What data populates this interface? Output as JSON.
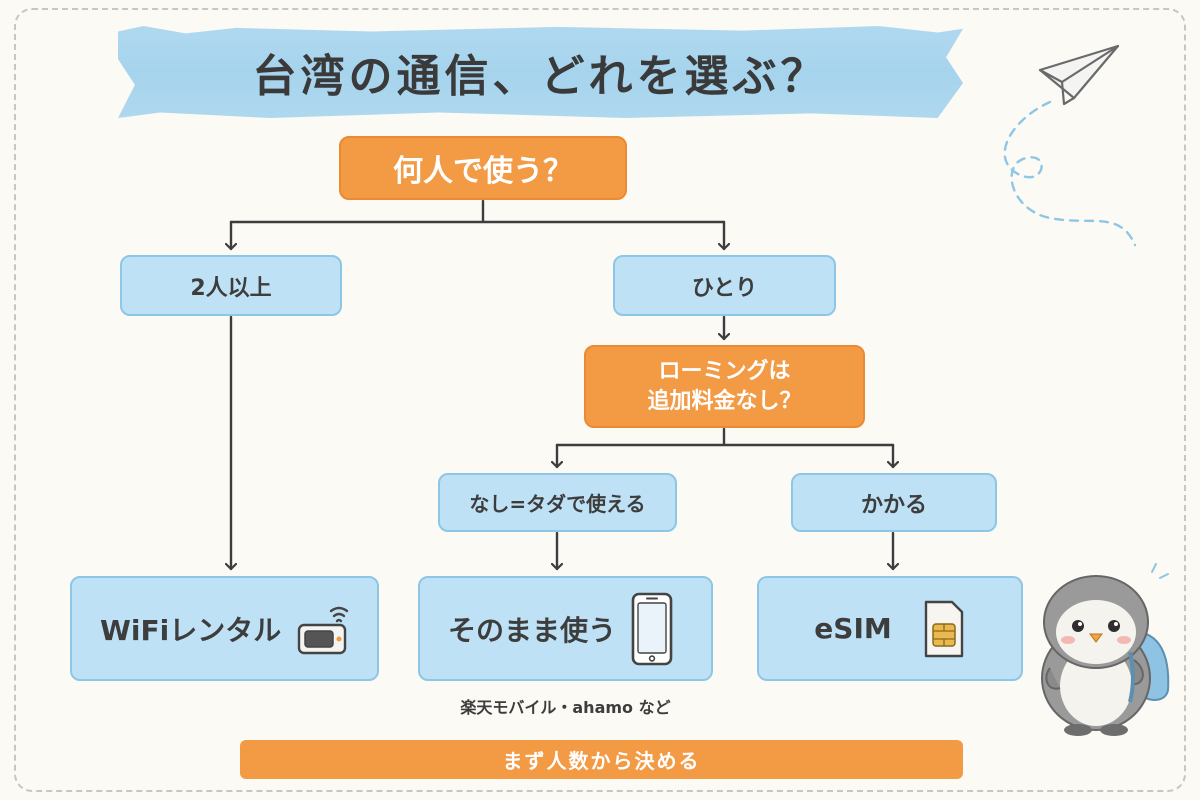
{
  "title": "台湾の通信、どれを選ぶ？",
  "question_1": "何人で使う？",
  "option_group": "2人以上",
  "option_solo": "ひとり",
  "question_2": {
    "line1": "ローミングは",
    "line2": "追加料金なし？"
  },
  "option_free": "なし=タダで使える",
  "option_paid": "かかる",
  "result_wifi": "WiFiレンタル",
  "result_asis": "そのまま使う",
  "result_esim": "eSIM",
  "note_asis": "楽天モバイル・ahamo など",
  "footer": "まず人数から決める",
  "colors": {
    "orange": "#f39a45",
    "blue": "#bfe1f5",
    "blue_border": "#8ec6e6",
    "tape": "#a9d6ef"
  },
  "icons": [
    "wifi-router-icon",
    "smartphone-icon",
    "sim-card-icon",
    "paper-plane-icon",
    "penguin-illustration"
  ]
}
